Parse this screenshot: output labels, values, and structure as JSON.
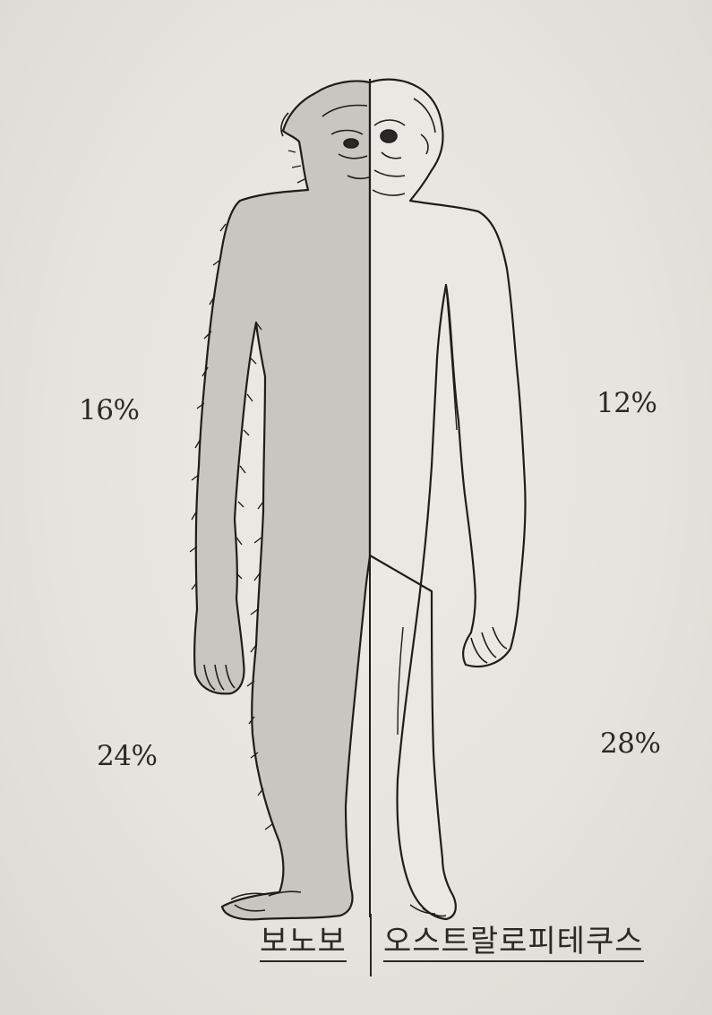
{
  "labels": {
    "bonobo_upper_pct": "16%",
    "bonobo_lower_pct": "24%",
    "australopithecus_upper_pct": "12%",
    "australopithecus_lower_pct": "28%"
  },
  "caption": {
    "left": "보노보",
    "right": "오스트랄로피테쿠스"
  },
  "colors": {
    "bonobo_fill": "#c9c6c2",
    "outline": "#1f1d1b",
    "paper": "#e8e5e1"
  }
}
